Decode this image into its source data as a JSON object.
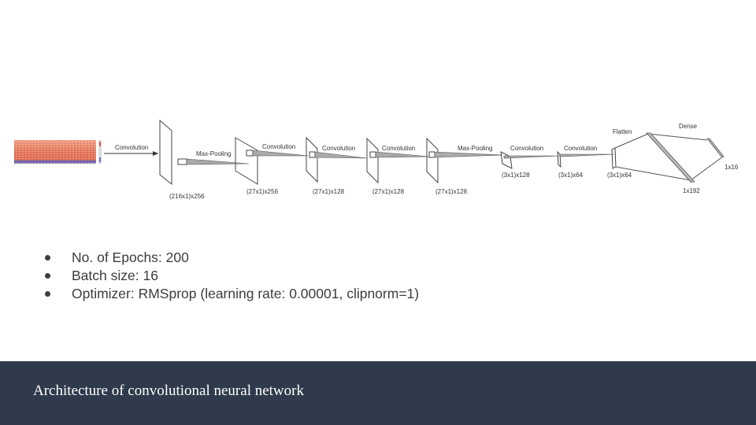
{
  "diagram": {
    "ops": [
      "Convolution",
      "Max-Pooling",
      "Convolution",
      "Convolution",
      "Convolution",
      "Max-Pooling",
      "Convolution",
      "Convolution",
      "Flatten",
      "Dense"
    ],
    "dims": [
      "(216x1)x256",
      "(27x1)x256",
      "(27x1)x128",
      "(27x1)x128",
      "(27x1)x128",
      "(3x1)x128",
      "(3x1)x64",
      "(3x1)x64",
      "1x192",
      "1x16"
    ]
  },
  "bullets": [
    "No. of Epochs: 200",
    "Batch size: 16",
    "Optimizer: RMSprop (learning rate: 0.00001, clipnorm=1)"
  ],
  "footer": {
    "title": "Architecture of convolutional neural network"
  }
}
